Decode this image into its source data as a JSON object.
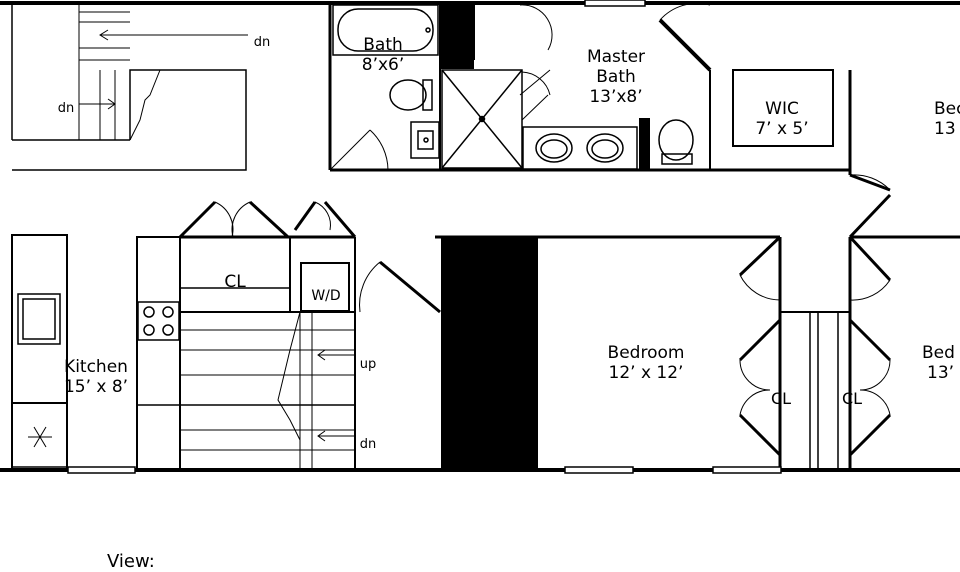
{
  "rooms": {
    "bath": {
      "name": "Bath",
      "size": "8’x6’"
    },
    "master_bath": {
      "name1": "Master",
      "name2": "Bath",
      "size": "13’x8’"
    },
    "wic": {
      "name": "WIC",
      "size": "7’ x 5’"
    },
    "bed_top_right": {
      "name": "Bec",
      "size": "13"
    },
    "kitchen": {
      "name": "Kitchen",
      "size": "15’ x 8’"
    },
    "bedroom": {
      "name": "Bedroom",
      "size": "12’ x 12’"
    },
    "bed_right": {
      "name": "Bed",
      "size": "13’"
    }
  },
  "closets": {
    "hall": "CL",
    "left": "CL",
    "right": "CL"
  },
  "laundry": "W/D",
  "stairs": {
    "top_dn_1": "dn",
    "top_dn_2": "dn",
    "mid_up": "up",
    "mid_dn": "dn"
  },
  "footer": {
    "view_label": "View:"
  }
}
